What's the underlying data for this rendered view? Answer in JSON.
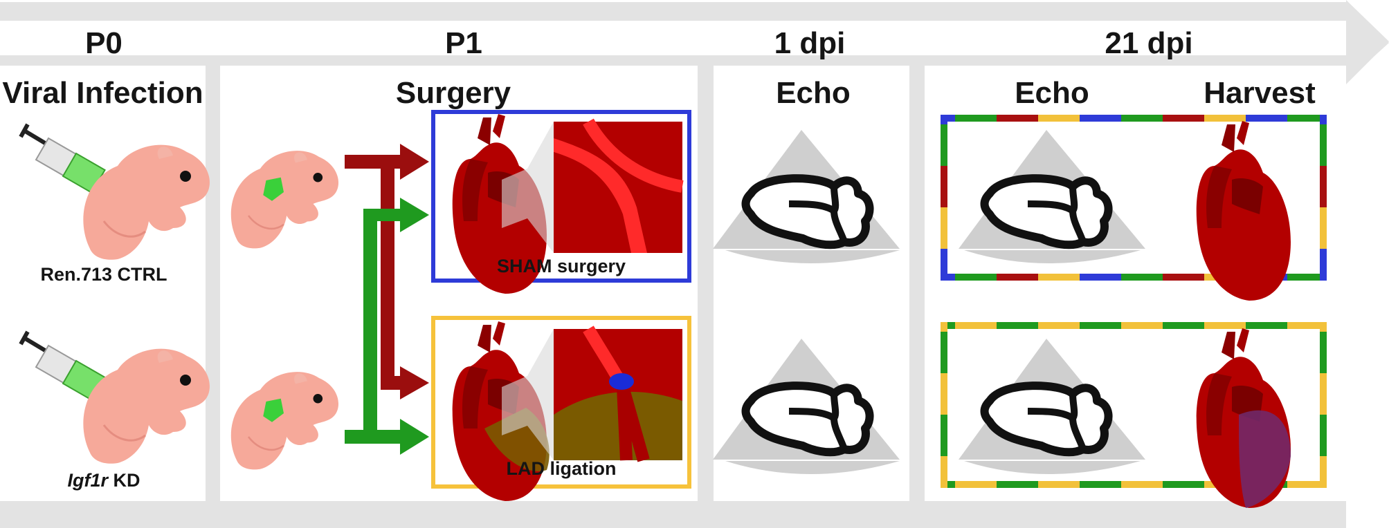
{
  "timeline": {
    "timepoints": [
      "P0",
      "P1",
      "1 dpi",
      "21 dpi"
    ]
  },
  "panels": {
    "infection": {
      "title": "Viral Infection",
      "groups": [
        {
          "label": "Ren.713 CTRL"
        },
        {
          "label_italic": "Igf1r",
          "label_rest": " KD"
        }
      ]
    },
    "surgery": {
      "title": "Surgery",
      "options": [
        "SHAM surgery",
        "LAD ligation"
      ]
    },
    "echo1": {
      "title": "Echo"
    },
    "endpoint": {
      "titles": [
        "Echo",
        "Harvest"
      ]
    }
  },
  "colors": {
    "timeline_bg": "#e3e3e3",
    "ctrl_arrow": "#9b0e0e",
    "kd_arrow": "#1f9a1f",
    "sham_border": "#2e3bd8",
    "lad_border": "#f6c23b",
    "heart": "#b00000",
    "infarct": "#7a5a00"
  }
}
